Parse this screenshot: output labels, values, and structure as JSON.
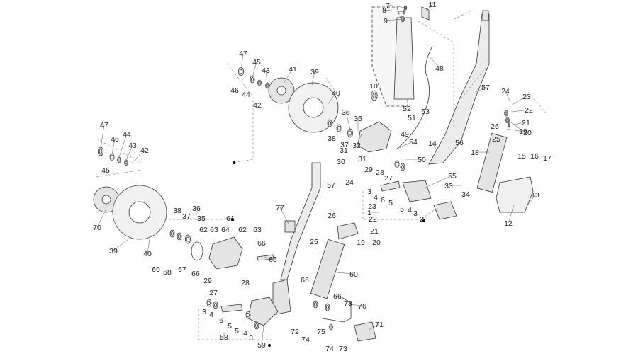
{
  "diagram": {
    "type": "exploded-parts-diagram",
    "line_color": "#333333",
    "part_fill": "#e4e4e4",
    "frame_fill": "#f7f7f7",
    "callouts": [
      "1",
      "2",
      "3",
      "4",
      "5",
      "6",
      "7",
      "8",
      "9",
      "10",
      "11",
      "12",
      "13",
      "14",
      "15",
      "16",
      "17",
      "18",
      "19",
      "20",
      "21",
      "22",
      "23",
      "24",
      "25",
      "26",
      "27",
      "28",
      "29",
      "30",
      "31",
      "32",
      "33",
      "34",
      "35",
      "36",
      "37",
      "38",
      "39",
      "40",
      "41",
      "42",
      "43",
      "44",
      "45",
      "46",
      "47",
      "48",
      "49",
      "50",
      "51",
      "52",
      "53",
      "54",
      "55",
      "56",
      "57",
      "58",
      "59",
      "60",
      "61",
      "62",
      "63",
      "64",
      "65",
      "66",
      "67",
      "68",
      "69",
      "70",
      "71",
      "72",
      "73",
      "74",
      "75",
      "76",
      "77"
    ]
  }
}
